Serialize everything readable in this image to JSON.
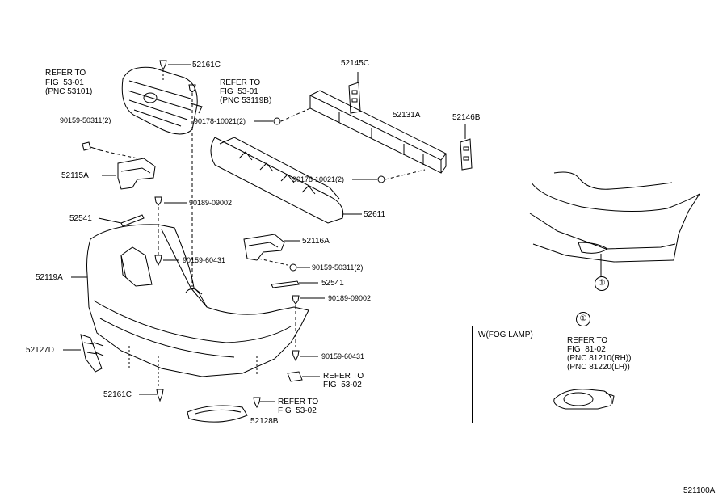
{
  "labels": {
    "p52161c_top": "52161C",
    "refer_grille_1": "REFER TO",
    "refer_grille_2": "FIG  53-01",
    "refer_grille_3": "(PNC 53101)",
    "refer_emblem_1": "REFER TO",
    "refer_emblem_2": "FIG  53-01",
    "refer_emblem_3": "(PNC 53119B)",
    "p52145c": "52145C",
    "p52131a": "52131A",
    "p52146b": "52146B",
    "p90159_50311_left": "90159-50311(2)",
    "p90178_10021_top": "90178-10021(2)",
    "p90178_10021_mid": "90178-10021(2)",
    "p52115a": "52115A",
    "p90189_09002_top": "90189-09002",
    "p52541_top": "52541",
    "p52611": "52611",
    "p52116a": "52116A",
    "p90159_60431_top": "90159-60431",
    "p90159_50311_right": "90159-50311(2)",
    "p52119a": "52119A",
    "p52541_mid": "52541",
    "p90189_09002_mid": "90189-09002",
    "p52127d": "52127D",
    "p90159_60431_bottom": "90159-60431",
    "refer_clip_1": "REFER TO",
    "refer_clip_2": "FIG  53-02",
    "p52161c_bottom": "52161C",
    "refer_screw_1": "REFER TO",
    "refer_screw_2": "FIG  53-02",
    "p52128b": "52128B",
    "callout_1": "①",
    "callout_1_box": "①",
    "fog_title": "W(FOG LAMP)",
    "fog_refer_1": "REFER TO",
    "fog_refer_2": "FIG  81-02",
    "fog_refer_3": "(PNC 81210(RH))",
    "fog_refer_4": "(PNC 81220(LH))",
    "diagram_id": "521100A"
  }
}
